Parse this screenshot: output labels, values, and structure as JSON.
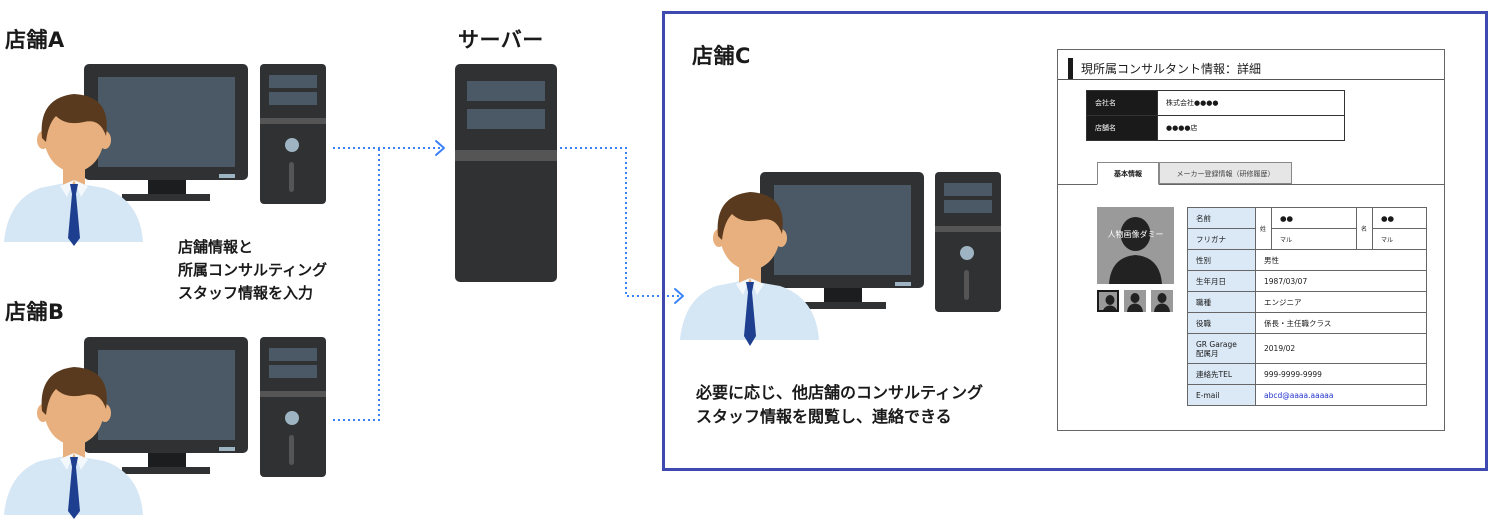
{
  "stores": {
    "a": {
      "label": "店舗A"
    },
    "b": {
      "label": "店舗B"
    },
    "c": {
      "label": "店舗C"
    }
  },
  "server": {
    "label": "サーバー"
  },
  "captions": {
    "input": [
      "店舗情報と",
      "所属コンサルティング",
      "スタッフ情報を入力"
    ],
    "view": [
      "必要に応じ、他店舗のコンサルティング",
      "スタッフ情報を閲覧し、連絡できる"
    ]
  },
  "panel": {
    "title": "現所属コンサルタント情報：詳細",
    "company": [
      {
        "key": "会社名",
        "value": "株式会社●●●●"
      },
      {
        "key": "店舗名",
        "value": "●●●●店"
      }
    ],
    "tabs": [
      {
        "label": "基本情報",
        "active": true
      },
      {
        "label": "メーカー登録情報（研修履歴）",
        "active": false
      }
    ],
    "photo_label": "人物画像ダミー",
    "name": {
      "name_label": "名前",
      "kana_label": "フリガナ",
      "sei": "姓",
      "mei": "名",
      "sei_value": "●●",
      "mei_value": "●●",
      "sei_kana": "マル",
      "mei_kana": "マル"
    },
    "profile": [
      {
        "key": "性別",
        "value": "男性"
      },
      {
        "key": "生年月日",
        "value": "1987/03/07"
      },
      {
        "key": "職種",
        "value": "エンジニア"
      },
      {
        "key": "役職",
        "value": "係長・主任職クラス"
      },
      {
        "key": "GR Garage\n配属月",
        "value": "2019/02"
      },
      {
        "key": "連絡先TEL",
        "value": "999-9999-9999"
      },
      {
        "key": "E-mail",
        "value": "abcd@aaaa.aaaaa"
      }
    ]
  },
  "colors": {
    "frame": "#3f4ab0",
    "arrow": "#3b82f6",
    "computer": "#2f3133",
    "screen": "#4a5965",
    "shirt": "#d5e6f5",
    "tie": "#1e3f8f",
    "hair": "#5a3a1e",
    "skin": "#e8b07e"
  }
}
